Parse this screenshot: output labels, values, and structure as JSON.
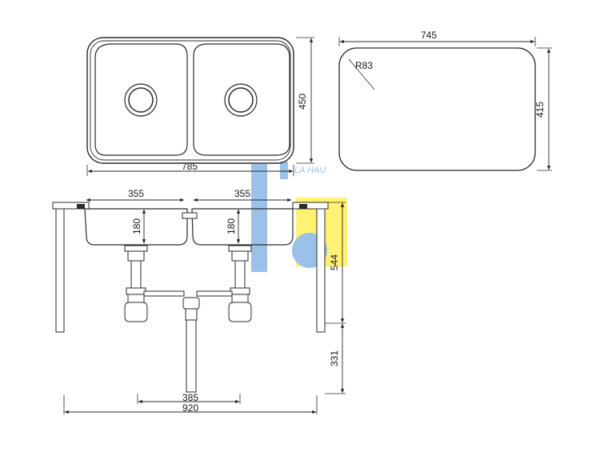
{
  "top_view": {
    "overall_width": "785",
    "overall_depth": "450"
  },
  "cutout": {
    "width": "745",
    "depth": "415",
    "corner_radius": "R83"
  },
  "front_view": {
    "bowl_left_width": "355",
    "bowl_right_width": "355",
    "bowl_left_depth": "180",
    "bowl_right_depth": "180",
    "cabinet_height": "544",
    "drain_height": "331",
    "drain_span": "385",
    "cabinet_width": "920"
  },
  "watermark": {
    "text": "LA HAU"
  },
  "colors": {
    "line": "#2a2a2a",
    "watermark_blue": "#4a8fd8",
    "watermark_yellow": "#ffe600"
  }
}
